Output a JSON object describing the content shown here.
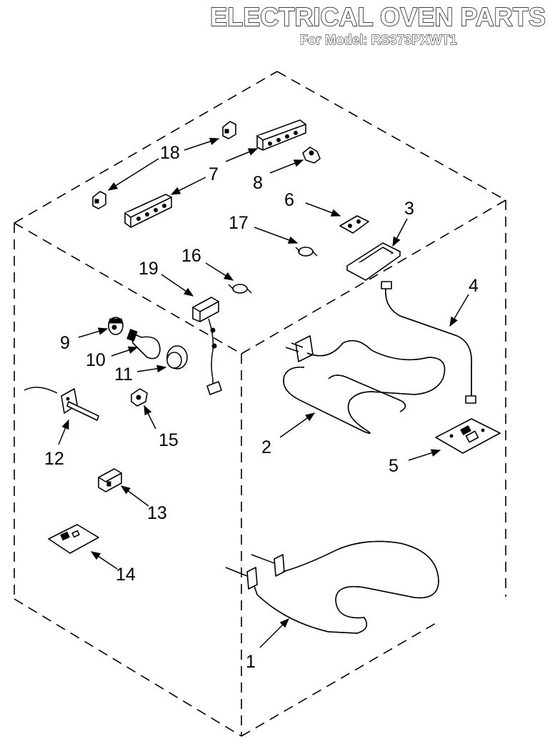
{
  "header": {
    "title": "ELECTRICAL OVEN PARTS",
    "subtitle": "For Model: RS373PXWT1"
  },
  "callouts": {
    "c1": "1",
    "c2": "2",
    "c3": "3",
    "c4": "4",
    "c5": "5",
    "c6": "6",
    "c7": "7",
    "c8": "8",
    "c9": "9",
    "c10": "10",
    "c11": "11",
    "c12": "12",
    "c13": "13",
    "c14": "14",
    "c15": "15",
    "c16": "16",
    "c17": "17",
    "c18": "18",
    "c19": "19"
  },
  "colors": {
    "ink": "#000000",
    "paper": "#ffffff"
  },
  "icons": {
    "arrowhead": "triangle-arrowhead"
  }
}
